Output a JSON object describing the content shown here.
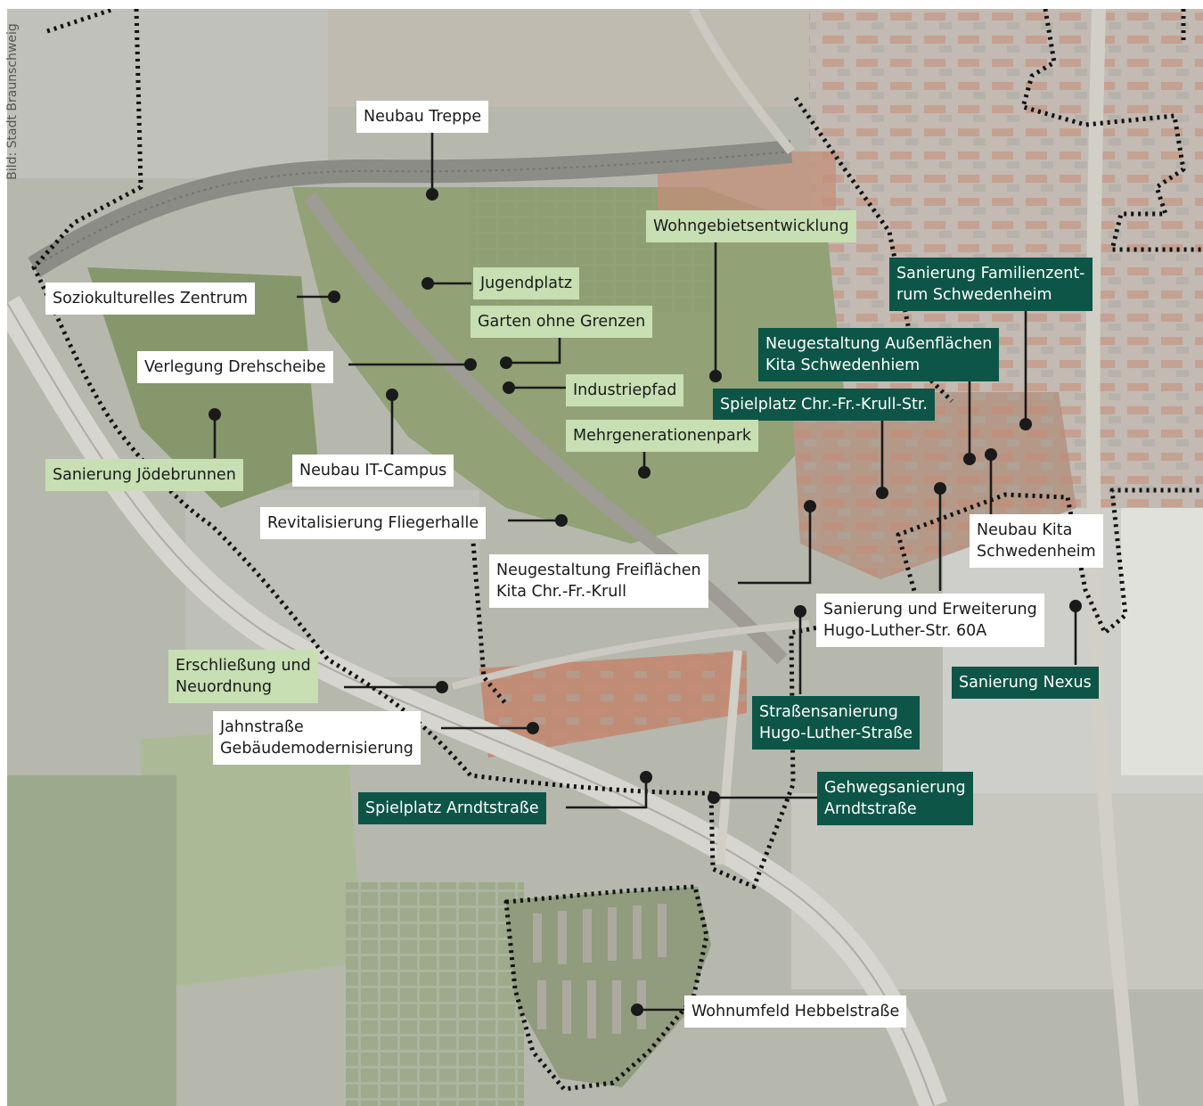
{
  "credit": "Bild: Stadt Braunschweig",
  "colors": {
    "white_label": "#ffffff",
    "light_green_label": "#c7dfb3",
    "dark_green_label": "#0d5547",
    "leader_line": "#1a1a1a",
    "boundary": "#111111"
  },
  "labels": {
    "neubau_treppe": {
      "line1": "Neubau Treppe"
    },
    "wohngebietsentwicklung": {
      "line1": "Wohngebietsentwicklung"
    },
    "sanierung_familienzentrum": {
      "line1": "Sanierung Familienzent-",
      "line2": "rum Schwedenheim"
    },
    "jugendplatz": {
      "line1": "Jugendplatz"
    },
    "soziokulturelles_zentrum": {
      "line1": "Soziokulturelles Zentrum"
    },
    "garten_ohne_grenzen": {
      "line1": "Garten ohne Grenzen"
    },
    "neugestaltung_aussenflaechen": {
      "line1": "Neugestaltung Außenflächen",
      "line2": "Kita Schwedenhiem"
    },
    "verlegung_drehscheibe": {
      "line1": "Verlegung Drehscheibe"
    },
    "industriepfad": {
      "line1": "Industriepfad"
    },
    "spielplatz_krull": {
      "line1": "Spielplatz Chr.-Fr.-Krull-Str."
    },
    "mehrgenerationenpark": {
      "line1": "Mehrgenerationenpark"
    },
    "sanierung_joedebrunnen": {
      "line1": "Sanierung Jödebrunnen"
    },
    "neubau_it_campus": {
      "line1": "Neubau IT-Campus"
    },
    "revitalisierung_fliegerhalle": {
      "line1": "Revitalisierung Fliegerhalle"
    },
    "neubau_kita": {
      "line1": "Neubau Kita",
      "line2": "Schwedenheim"
    },
    "neugestaltung_freiflaechen": {
      "line1": "Neugestaltung Freiflächen",
      "line2": "Kita Chr.-Fr.-Krull"
    },
    "sanierung_erweiterung": {
      "line1": "Sanierung und Erweiterung",
      "line2": "Hugo-Luther-Str. 60A"
    },
    "sanierung_nexus": {
      "line1": "Sanierung Nexus"
    },
    "erschliessung": {
      "line1": "Erschließung und",
      "line2": "Neuordnung"
    },
    "strassensanierung": {
      "line1": "Straßensanierung",
      "line2": "Hugo-Luther-Straße"
    },
    "jahnstrasse": {
      "line1": "Jahnstraße",
      "line2": "Gebäudemodernisierung"
    },
    "spielplatz_arndt": {
      "line1": "Spielplatz Arndtstraße"
    },
    "gehwegsanierung": {
      "line1": "Gehwegsanierung",
      "line2": "Arndtstraße"
    },
    "wohnumfeld": {
      "line1": "Wohnumfeld Hebbelstraße"
    }
  }
}
